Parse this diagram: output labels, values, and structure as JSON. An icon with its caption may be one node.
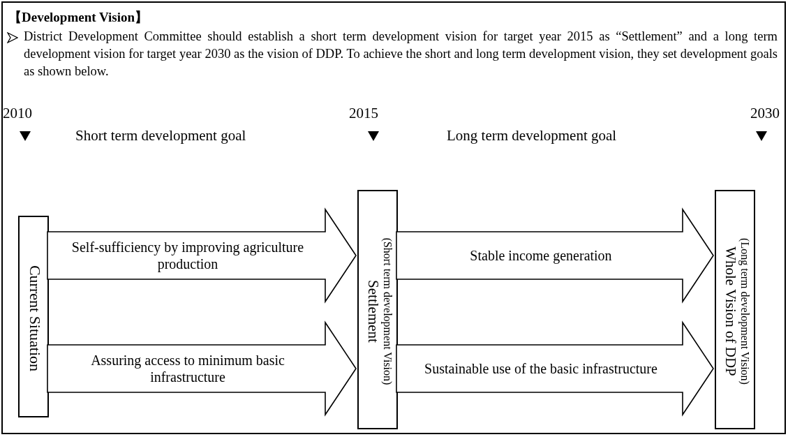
{
  "diagram": {
    "nodes": [
      {
        "text": [
          "【Development Vision】",
          "District Development Committee should establish a short term development vision for target year 2015 as “Settlement” and a long term development vision for target year 2030 as the vision of DDP. To achieve the short and long term development vision, they set development goals as shown below."
        ]
      },
      {
        "text": [
          "Current Situation"
        ],
        "in": 0
      },
      {
        "text": [
          "(Short term development Vision)",
          "Settlement"
        ],
        "in": 0
      },
      {
        "text": [
          "(Long term development Vision)",
          "Whole Vision of DDP"
        ],
        "in": 0
      }
    ],
    "edges": [
      {
        "from": 1,
        "to": 2,
        "arrow": "to",
        "label": "Self-sufficiency by improving agriculture production"
      },
      {
        "from": 1,
        "to": 2,
        "arrow": "to",
        "label": "Assuring access to minimum basic infrastructure"
      },
      {
        "from": 2,
        "to": 3,
        "arrow": "to",
        "label": "Stable income generation"
      },
      {
        "from": 2,
        "to": 3,
        "arrow": "to",
        "label": "Sustainable use of the basic infrastructure"
      }
    ],
    "labels": [
      "2010",
      "2015",
      "2030",
      "Short term development goal",
      "Long term development goal"
    ]
  }
}
